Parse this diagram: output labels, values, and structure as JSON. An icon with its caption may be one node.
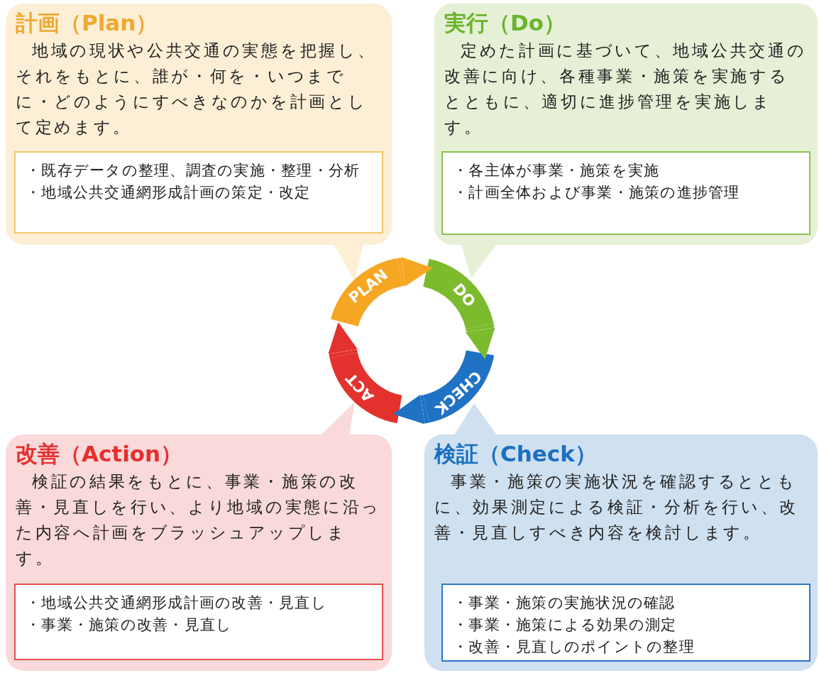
{
  "diagram": {
    "nodes": [
      {
        "text": [
          "計画（Plan）",
          "地域の現状や公共交通の実態を把握し、それをもとに、誰が・何を・いつまでに・どのようにすべきなのかを計画として定めます。"
        ]
      },
      {
        "text": [
          "・既存データの整理、調査の実施・整理・分析",
          "・地域公共交通網形成計画の策定・改定"
        ],
        "in": 0
      },
      {
        "text": [
          "実行（Do）",
          "定めた計画に基づいて、地域公共交通の改善に向け、各種事業・施策を実施するとともに、適切に進捗管理を実施します。"
        ]
      },
      {
        "text": [
          "・各主体が事業・施策を実施",
          "・計画全体および事業・施策の進捗管理"
        ],
        "in": 2
      },
      {
        "text": [
          "PLAN"
        ]
      },
      {
        "text": [
          "DO"
        ]
      },
      {
        "text": [
          "CHECK"
        ]
      },
      {
        "text": [
          "ACT"
        ]
      },
      {
        "text": [
          "改善（Action）",
          "検証の結果をもとに、事業・施策の改善・見直しを行い、より地域の実態に沿った内容へ計画をブラッシュアップします。"
        ]
      },
      {
        "text": [
          "・地域公共交通網形成計画の改善・見直し",
          "・事業・施策の改善・見直し"
        ],
        "in": 8
      },
      {
        "text": [
          "検証（Check）",
          "事業・施策の実施状況を確認するとともに、効果測定による検証・分析を行い、改善・見直しすべき内容を検討します。"
        ]
      },
      {
        "text": [
          "・事業・施策の実施状況の確認",
          "・事業・施策による効果の測定",
          "・改善・見直しのポイントの整理"
        ],
        "in": 10
      }
    ],
    "edges": [
      {
        "from": 4,
        "to": 5,
        "arrow": "to",
        "color": "#f5a623"
      },
      {
        "from": 5,
        "to": 6,
        "arrow": "to",
        "color": "#7dbb2e"
      },
      {
        "from": 6,
        "to": 7,
        "arrow": "to",
        "color": "#1f72c4"
      },
      {
        "from": 7,
        "to": 4,
        "arrow": "to",
        "color": "#e3312d"
      }
    ]
  }
}
